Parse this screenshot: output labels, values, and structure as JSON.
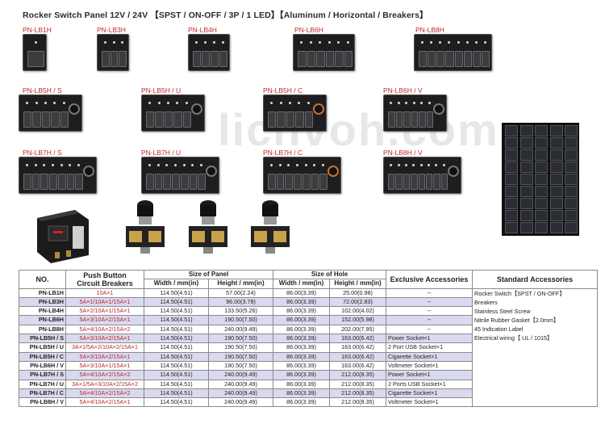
{
  "title": "Rocker Switch Panel 12V  / 24V 【SPST / ON-OFF / 3P / 1 LED】【Aluminum  / Horizontal / Breakers】",
  "watermark": "licnvoh.com",
  "models": [
    {
      "code": "PN-LB1H"
    },
    {
      "code": "PN-LB3H"
    },
    {
      "code": "PN-LB4H"
    },
    {
      "code": "PN-LB6H"
    },
    {
      "code": "PN-LB8H"
    },
    {
      "code": "PN-LB5H / S"
    },
    {
      "code": "PN-LB5H / U"
    },
    {
      "code": "PN-LB5H / C"
    },
    {
      "code": "PN-LB6H / V"
    },
    {
      "code": "PN-LB7H / S"
    },
    {
      "code": "PN-LB7H / U"
    },
    {
      "code": "PN-LB7H / C"
    },
    {
      "code": "PN-LB8H / V"
    }
  ],
  "table": {
    "headers": {
      "no": "NO.",
      "push_button": "Push Button",
      "circuit_breakers": "Circuit Breakers",
      "size_panel": "Size of Panel",
      "size_hole": "Size of Hole",
      "width": "Width / mm(in)",
      "height": "Height / mm(in)",
      "exclusive": "Exclusive Accessories",
      "standard": "Standard Accessories"
    },
    "rows": [
      {
        "no": "PN-LB1H",
        "cb": "10A×1",
        "pw": "114.50(4.51)",
        "ph": "57.00(2.24)",
        "hw": "86.00(3.39)",
        "hh": "25.00(0.98)",
        "ex": "--"
      },
      {
        "no": "PN-LB3H",
        "cb": "5A×1/10A×1/15A×1",
        "pw": "114.50(4.51)",
        "ph": "96.00(3.78)",
        "hw": "86.00(3.39)",
        "hh": "72.00(2.83)",
        "ex": "--"
      },
      {
        "no": "PN-LB4H",
        "cb": "5A×2/10A×1/15A×1",
        "pw": "114.50(4.51)",
        "ph": "133.50(5.26)",
        "hw": "86.00(3.39)",
        "hh": "102.00(4.02)",
        "ex": "--"
      },
      {
        "no": "PN-LB6H",
        "cb": "5A×3/10A×2/15A×1",
        "pw": "114.50(4.51)",
        "ph": "190.50(7.50)",
        "hw": "86.00(3.39)",
        "hh": "152.00(5.98)",
        "ex": "--"
      },
      {
        "no": "PN-LB8H",
        "cb": "5A×4/10A×2/15A×2",
        "pw": "114.50(4.51)",
        "ph": "240.00(9.49)",
        "hw": "86.00(3.39)",
        "hh": "202.00(7.95)",
        "ex": "--"
      },
      {
        "no": "PN-LB5H / S",
        "cb": "5A×3/10A×2/15A×1",
        "pw": "114.50(4.51)",
        "ph": "190.50(7.50)",
        "hw": "86.00(3.39)",
        "hh": "163.00(6.42)",
        "ex": "Power Socket×1"
      },
      {
        "no": "PN-LB5H / U",
        "cb": "3A×1/5A×2/10A×2/15A×1",
        "pw": "114.50(4.51)",
        "ph": "190.50(7.50)",
        "hw": "86.00(3.39)",
        "hh": "163.00(6.42)",
        "ex": "2 Port USB Socket×1"
      },
      {
        "no": "PN-LB5H / C",
        "cb": "5A×3/10A×2/15A×1",
        "pw": "114.50(4.51)",
        "ph": "190.50(7.50)",
        "hw": "86.00(3.39)",
        "hh": "163.00(6.42)",
        "ex": "Cigarette Socket×1"
      },
      {
        "no": "PN-LB6H / V",
        "cb": "5A×3/10A×1/15A×1",
        "pw": "114.50(4.51)",
        "ph": "190.50(7.50)",
        "hw": "86.00(3.39)",
        "hh": "163.00(6.42)",
        "ex": "Voltmeter Socket×1"
      },
      {
        "no": "PN-LB7H / S",
        "cb": "5A×4/10A×2/15A×2",
        "pw": "114.50(4.51)",
        "ph": "240.00(9.49)",
        "hw": "86.00(3.39)",
        "hh": "212.00(8.35)",
        "ex": "Power Socket×1"
      },
      {
        "no": "PN-LB7H / U",
        "cb": "3A×1/5A×3/10A×2/15A×2",
        "pw": "114.50(4.51)",
        "ph": "240.00(9.49)",
        "hw": "86.00(3.39)",
        "hh": "212.00(8.35)",
        "ex": "2 Ports USB Socket×1"
      },
      {
        "no": "PN-LB7H / C",
        "cb": "5A×4/10A×2/15A×2",
        "pw": "114.50(4.51)",
        "ph": "240.00(9.49)",
        "hw": "86.00(3.39)",
        "hh": "212.00(8.35)",
        "ex": "Cigarette Socket×1"
      },
      {
        "no": "PN-LB8H / V",
        "cb": "5A×4/10A×2/15A×1",
        "pw": "114.50(4.51)",
        "ph": "240.00(9.49)",
        "hw": "86.00(3.39)",
        "hh": "212.00(8.35)",
        "ex": "Voltmeter Socket×1"
      }
    ],
    "standard_accessories": [
      "Rocker Switch【SPST / ON-OFF】",
      "Breakers",
      "Stainless Steel Screw",
      "Nitrile Rubber Gasket【2.0mm】",
      "45 Indication Label",
      "Electrical wiring【 UL / 1015】"
    ]
  },
  "colors": {
    "accent_red": "#c0282d",
    "row_alt": "#d9d9ef",
    "panel": "#1e1e20"
  }
}
